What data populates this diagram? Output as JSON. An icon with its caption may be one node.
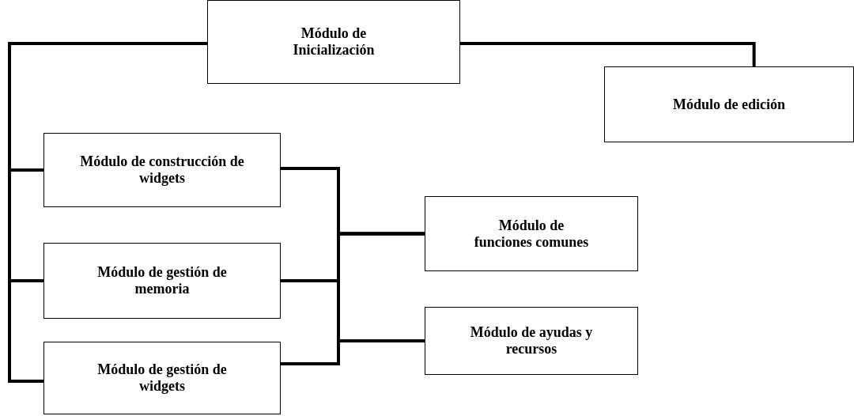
{
  "diagram": {
    "nodes": [
      {
        "text": [
          "Módulo de Inicialización"
        ]
      },
      {
        "text": [
          "Módulo de edición"
        ]
      },
      {
        "text": [
          "Módulo de construcción de widgets"
        ]
      },
      {
        "text": [
          "Módulo de gestión de memoria"
        ]
      },
      {
        "text": [
          "Módulo de gestión de widgets"
        ]
      },
      {
        "text": [
          "Módulo de funciones comunes"
        ]
      },
      {
        "text": [
          "Módulo de ayudas y recursos"
        ]
      }
    ],
    "edges": [
      {
        "from": 0,
        "to": 1,
        "arrow": "none"
      },
      {
        "from": 0,
        "to": 2,
        "arrow": "none"
      },
      {
        "from": 0,
        "to": 3,
        "arrow": "none"
      },
      {
        "from": 0,
        "to": 4,
        "arrow": "none"
      },
      {
        "from": 2,
        "to": 5,
        "arrow": "none"
      },
      {
        "from": 2,
        "to": 6,
        "arrow": "none"
      },
      {
        "from": 3,
        "to": 5,
        "arrow": "none"
      },
      {
        "from": 3,
        "to": 6,
        "arrow": "none"
      },
      {
        "from": 4,
        "to": 5,
        "arrow": "none"
      },
      {
        "from": 4,
        "to": 6,
        "arrow": "none"
      }
    ]
  }
}
